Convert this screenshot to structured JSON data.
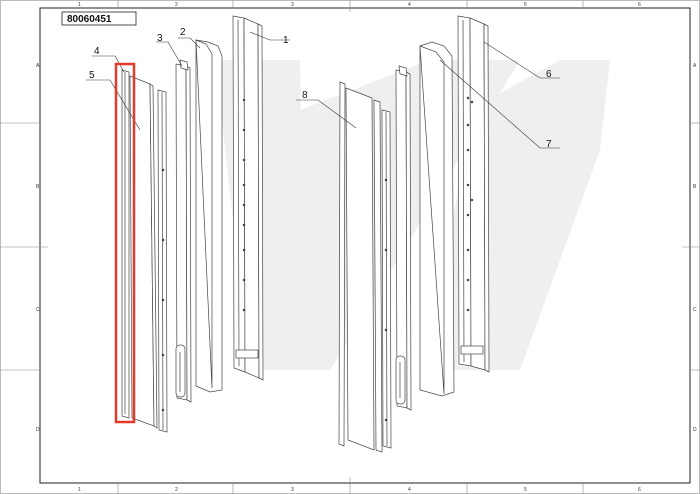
{
  "drawing": {
    "number": "80060451",
    "zones_top": [
      "1",
      "2",
      "3",
      "4",
      "5",
      "6"
    ],
    "zones_bottom": [
      "1",
      "2",
      "3",
      "4",
      "5",
      "6"
    ],
    "zones_left": [
      "A",
      "B",
      "C",
      "D"
    ],
    "zones_right": [
      "A",
      "B",
      "C",
      "D"
    ]
  },
  "callouts": {
    "c1": "1",
    "c2": "2",
    "c3": "3",
    "c4": "4",
    "c5": "5",
    "c6": "6",
    "c7": "7",
    "c8": "8"
  },
  "highlight": {
    "color": "#e23b2a",
    "target_callout": "4"
  },
  "colors": {
    "line": "#444444",
    "watermark": "#ededed",
    "frame": "#222222"
  }
}
